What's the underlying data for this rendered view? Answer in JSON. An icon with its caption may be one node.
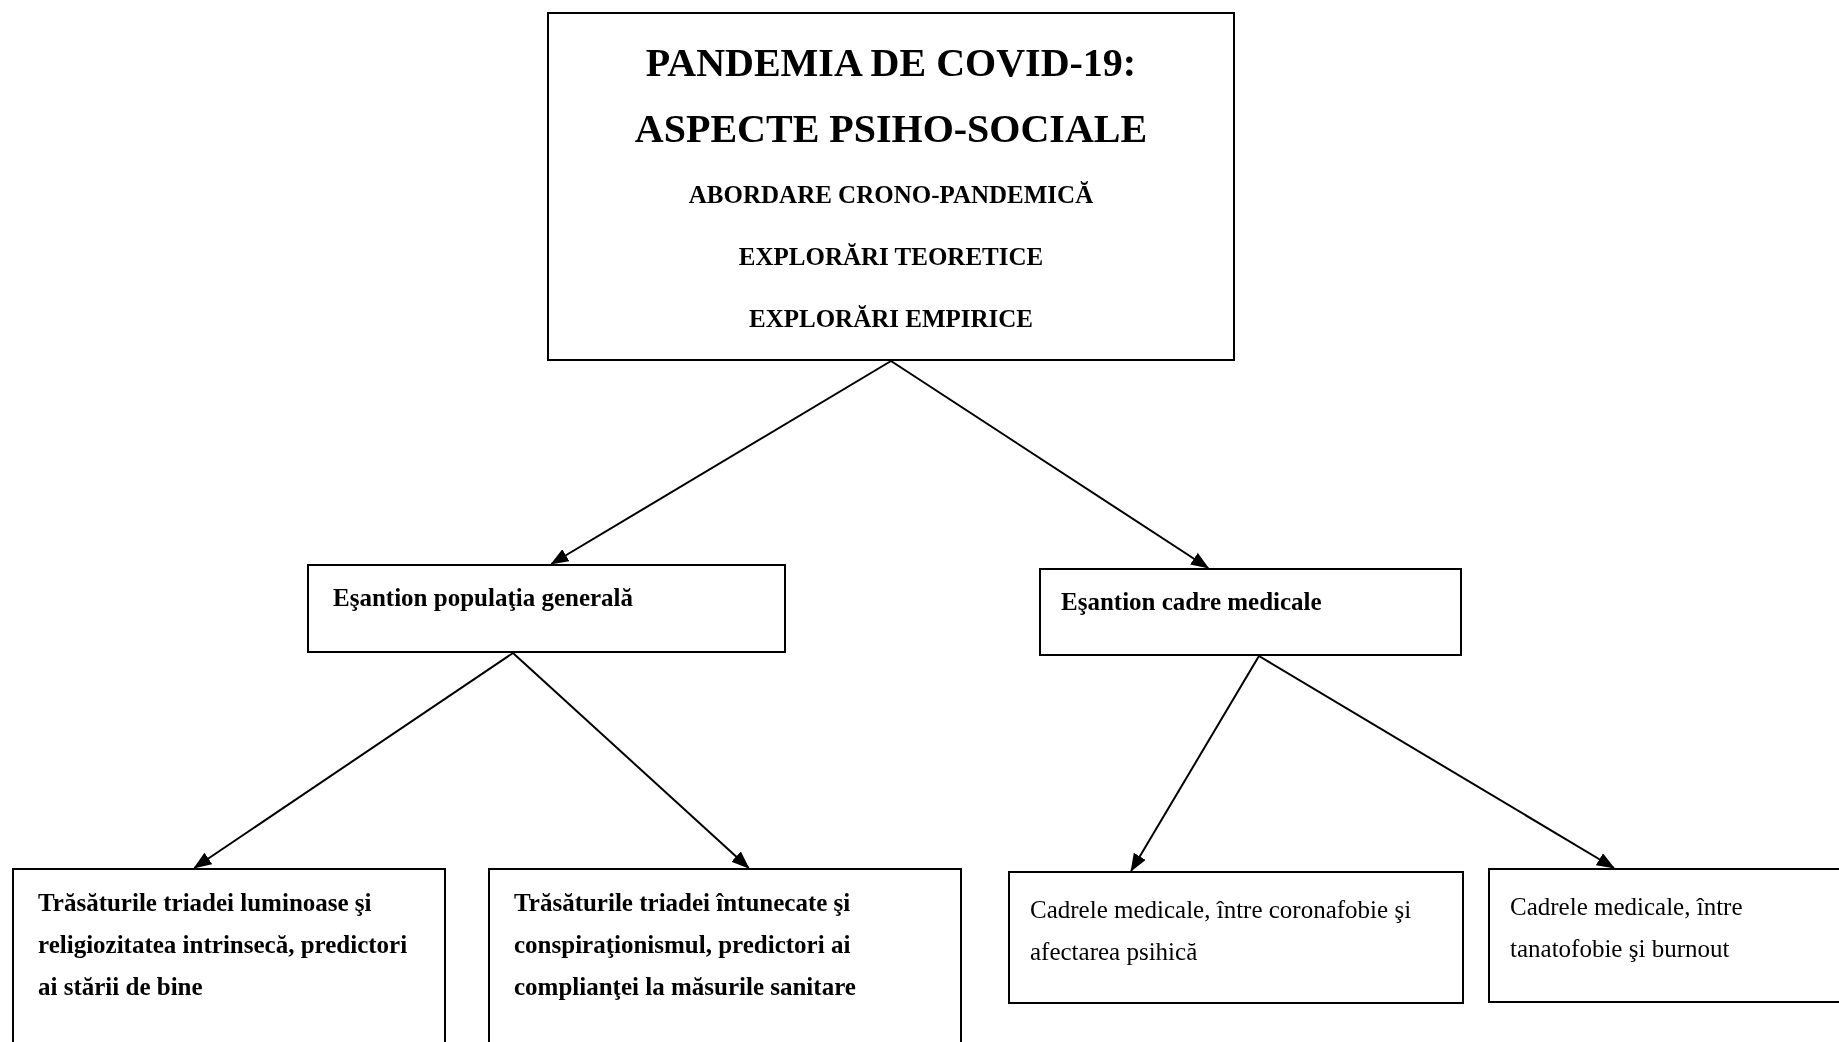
{
  "diagram": {
    "nodes": [
      {
        "text": [
          "PANDEMIA DE COVID-19: ASPECTE PSIHO-SOCIALE",
          "ABORDARE CRONO-PANDEMICĂ",
          "EXPLORĂRI TEORETICE",
          "EXPLORĂRI EMPIRICE"
        ]
      },
      {
        "text": [
          "Eşantion populaţia generală"
        ]
      },
      {
        "text": [
          "Eşantion cadre medicale"
        ]
      },
      {
        "text": [
          "Trăsăturile triadei luminoase şi religiozitatea intrinsecă, predictori ai stării de bine"
        ]
      },
      {
        "text": [
          "Trăsăturile triadei întunecate şi conspiraţionismul, predictori ai complianţei la măsurile sanitare"
        ]
      },
      {
        "text": [
          "Cadrele medicale, între coronafobie şi afectarea psihică"
        ]
      },
      {
        "text": [
          "Cadrele medicale, între tanatofobie şi burnout"
        ]
      }
    ],
    "edges": [
      {
        "from": 0,
        "to": 1,
        "arrow": "to"
      },
      {
        "from": 0,
        "to": 2,
        "arrow": "to"
      },
      {
        "from": 1,
        "to": 3,
        "arrow": "to"
      },
      {
        "from": 1,
        "to": 4,
        "arrow": "to"
      },
      {
        "from": 2,
        "to": 5,
        "arrow": "to"
      },
      {
        "from": 2,
        "to": 6,
        "arrow": "to"
      }
    ]
  }
}
